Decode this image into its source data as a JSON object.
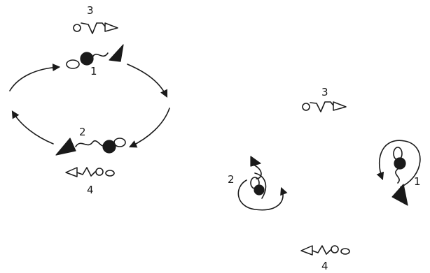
{
  "left_panel": {
    "state_top": {
      "upper_number": "3",
      "lower_number": "1"
    },
    "state_bottom": {
      "upper_number": "2",
      "lower_number": "4"
    }
  },
  "right_panel": {
    "top_number": "3",
    "left_number": "2",
    "right_number": "1",
    "bottom_number": "4"
  }
}
